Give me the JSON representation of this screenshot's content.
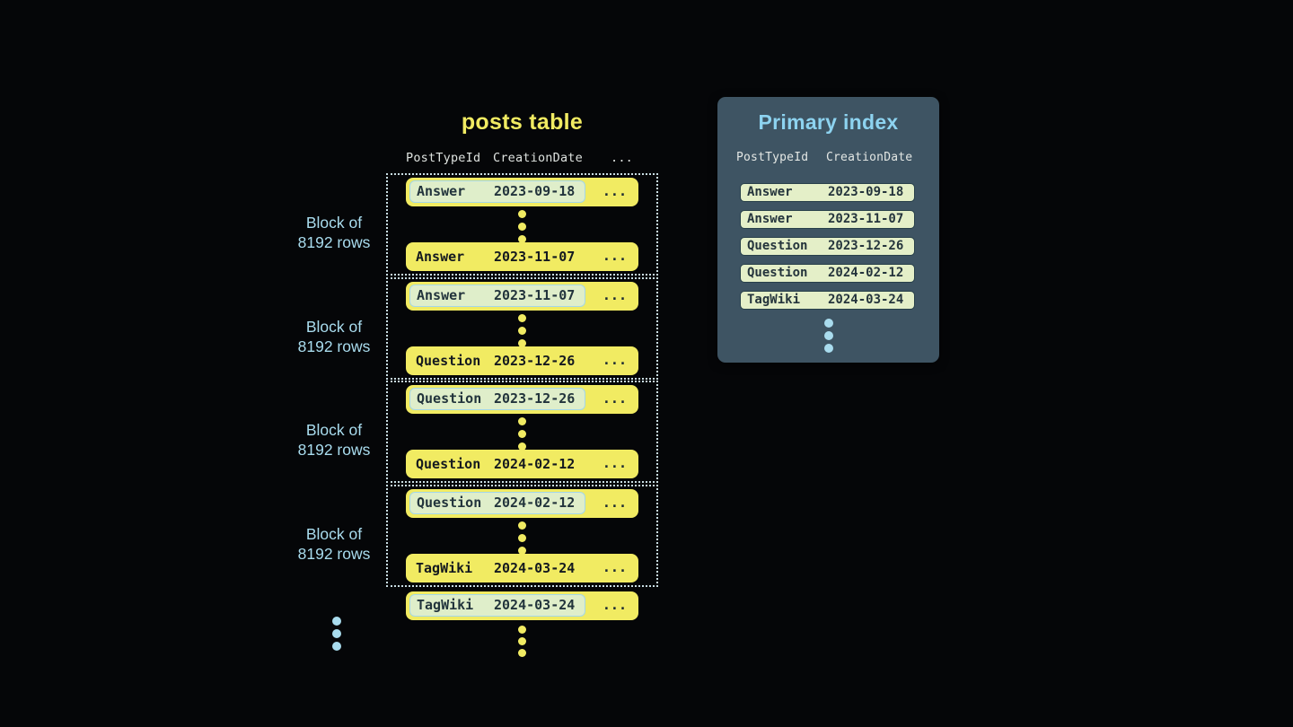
{
  "colors": {
    "background": "#050608",
    "row_yellow": "#f1eb62",
    "highlight_cell_bg": "#dfeeca",
    "highlight_cell_border": "#a4d7e8",
    "block_dotted_border": "#c9dde3",
    "label_blue": "#a9dcee",
    "panel_bg": "#3e5463",
    "panel_title_blue": "#8dd3f0",
    "header_text": "#dee2df",
    "index_row_bg": "#e4efc8",
    "index_row_border": "#28404a",
    "dark_text": "#1d2b33"
  },
  "posts_table": {
    "title": "posts table",
    "columns": [
      "PostTypeId",
      "CreationDate",
      "..."
    ],
    "ellipsis": "...",
    "block_label": {
      "line1": "Block of",
      "line2": "8192 rows"
    },
    "blocks": [
      {
        "first": {
          "type": "Answer",
          "date": "2023-09-18"
        },
        "last": {
          "type": "Answer",
          "date": "2023-11-07"
        }
      },
      {
        "first": {
          "type": "Answer",
          "date": "2023-11-07"
        },
        "last": {
          "type": "Question",
          "date": "2023-12-26"
        }
      },
      {
        "first": {
          "type": "Question",
          "date": "2023-12-26"
        },
        "last": {
          "type": "Question",
          "date": "2024-02-12"
        }
      },
      {
        "first": {
          "type": "Question",
          "date": "2024-02-12"
        },
        "last": {
          "type": "TagWiki",
          "date": "2024-03-24"
        }
      }
    ],
    "overflow_row": {
      "type": "TagWiki",
      "date": "2024-03-24"
    }
  },
  "primary_index": {
    "title": "Primary index",
    "columns": [
      "PostTypeId",
      "CreationDate"
    ],
    "rows": [
      {
        "type": "Answer",
        "date": "2023-09-18"
      },
      {
        "type": "Answer",
        "date": "2023-11-07"
      },
      {
        "type": "Question",
        "date": "2023-12-26"
      },
      {
        "type": "Question",
        "date": "2024-02-12"
      },
      {
        "type": "TagWiki",
        "date": "2024-03-24"
      }
    ]
  }
}
